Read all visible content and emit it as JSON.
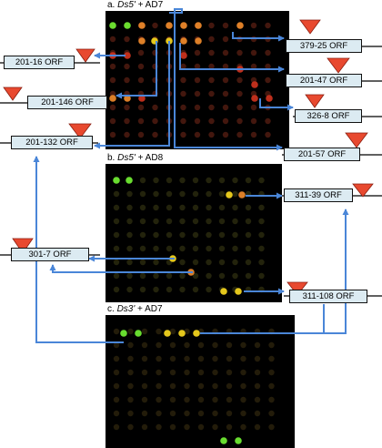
{
  "panels": [
    {
      "letter": "a.",
      "probe": "Ds5'",
      "activation_domain": "+ AD7"
    },
    {
      "letter": "b.",
      "probe": "Ds5'",
      "activation_domain": "+ AD8"
    },
    {
      "letter": "c.",
      "probe": "Ds3'",
      "activation_domain": "+ AD7"
    }
  ],
  "orf_labels": {
    "orf_201_16": "201-16 ORF",
    "orf_201_146": "201-146 ORF",
    "orf_201_132": "201-132 ORF",
    "orf_379_25": "379-25 ORF",
    "orf_201_47": "201-47 ORF",
    "orf_326_8": "326-8 ORF",
    "orf_201_57": "201-57 ORF",
    "orf_311_39": "311-39 ORF",
    "orf_301_7": "301-7 ORF",
    "orf_311_108": "311-108 ORF"
  },
  "colors": {
    "arrow": "#4a86d8",
    "transposon_marker": "#e8492f",
    "box_fill": "#dcebf2",
    "array_background": "#000000",
    "spot_green": "#6ee832",
    "spot_yellow": "#f0d21e",
    "spot_orange": "#e8862a",
    "spot_red": "#c8321e"
  },
  "icons": {
    "transposon_marker": "red-downward-triangle",
    "connector": "blue-arrow"
  }
}
